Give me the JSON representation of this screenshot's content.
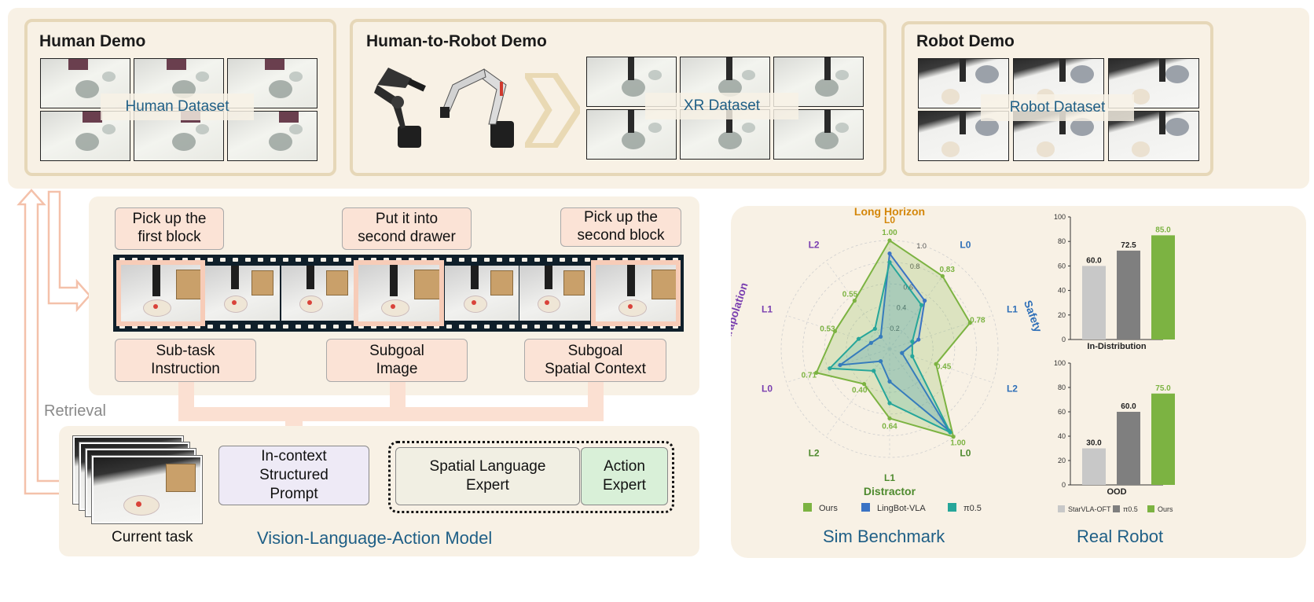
{
  "top": {
    "human_demo": {
      "title": "Human Demo",
      "dataset_label": "Human Dataset"
    },
    "h2r_demo": {
      "title": "Human-to-Robot Demo",
      "dataset_label": "XR Dataset"
    },
    "robot_demo": {
      "title": "Robot Demo",
      "dataset_label": "Robot Dataset"
    }
  },
  "retrieval": {
    "subtask_prompts": [
      {
        "label": "Pick up the\nfirst block"
      },
      {
        "label": "Put it into\nsecond drawer"
      },
      {
        "label": "Pick up the\nsecond block"
      }
    ],
    "context_labels": [
      {
        "label": "Sub-task\nInstruction"
      },
      {
        "label": "Subgoal\nImage"
      },
      {
        "label": "Subgoal\nSpatial Context"
      }
    ],
    "retrieval_label": "Retrieval"
  },
  "model": {
    "current_task": "Current task",
    "prompt_box": "In-context\nStructured\nPrompt",
    "spatial_expert": "Spatial Language\nExpert",
    "action_expert": "Action\nExpert",
    "caption": "Vision-Language-Action Model"
  },
  "sim_benchmark": {
    "caption": "Sim Benchmark",
    "axes": {
      "long_horizon": "Long Horizon",
      "safety": "Safety",
      "distractor": "Distractor",
      "extrapolation": "Extrapolation"
    },
    "level_labels": [
      "L0",
      "L1",
      "L2"
    ],
    "ring_labels": [
      "0.2",
      "0.4",
      "0.6",
      "0.8",
      "1.0"
    ],
    "colors": {
      "ours": "#7cb342",
      "lingbot": "#3a73c4",
      "pi05": "#26a69a",
      "long_horizon": "#d4870b",
      "safety": "#2e6fb8",
      "distractor": "#4e8a2e",
      "extrapolation": "#7a3fb0"
    },
    "legend": [
      {
        "name": "Ours",
        "color": "#7cb342"
      },
      {
        "name": "LingBot-VLA",
        "color": "#3a73c4"
      },
      {
        "name": "π0.5",
        "color": "#26a69a"
      }
    ],
    "chart_data": {
      "type": "radar",
      "spokes": [
        "Long Horizon L0",
        "Safety L0",
        "Safety L1",
        "Safety L2",
        "Distractor L0",
        "Distractor L1",
        "Distractor L2",
        "Extrapolation L0",
        "Extrapolation L1",
        "Extrapolation L2"
      ],
      "rlim": [
        0,
        1.0
      ],
      "series": [
        {
          "name": "Ours",
          "values": [
            1.0,
            0.83,
            0.78,
            0.45,
            1.0,
            0.64,
            0.4,
            0.71,
            0.53,
            0.55
          ],
          "labels": [
            "1.00",
            "0.83",
            "0.78",
            "0.45",
            "1.00",
            "0.64",
            "0.40",
            "0.71",
            "0.53",
            "0.55"
          ]
        },
        {
          "name": "LingBot-VLA",
          "values": [
            0.88,
            0.55,
            0.28,
            0.12,
            0.93,
            0.3,
            0.14,
            0.48,
            0.18,
            0.14
          ]
        },
        {
          "name": "π0.5",
          "values": [
            0.8,
            0.5,
            0.22,
            0.22,
            0.95,
            0.5,
            0.25,
            0.58,
            0.3,
            0.23
          ]
        }
      ]
    }
  },
  "real_robot": {
    "caption": "Real Robot",
    "legend": [
      {
        "name": "StarVLA-OFT",
        "color": "#c8c8c8"
      },
      {
        "name": "π0.5",
        "color": "#7f7f7f"
      },
      {
        "name": "Ours",
        "color": "#7cb342"
      }
    ],
    "chart_data": [
      {
        "type": "bar",
        "title": "In-Distribution",
        "categories": [
          "StarVLA-OFT",
          "π0.5",
          "Ours"
        ],
        "values": [
          60.0,
          72.5,
          85.0
        ],
        "value_labels": [
          "60.0",
          "72.5",
          "85.0"
        ],
        "ylim": [
          0,
          100
        ],
        "yticks": [
          "0",
          "20",
          "40",
          "60",
          "80",
          "100"
        ]
      },
      {
        "type": "bar",
        "title": "OOD",
        "categories": [
          "StarVLA-OFT",
          "π0.5",
          "Ours"
        ],
        "values": [
          30.0,
          60.0,
          75.0
        ],
        "value_labels": [
          "30.0",
          "60.0",
          "75.0"
        ],
        "ylim": [
          0,
          100
        ],
        "yticks": [
          "0",
          "20",
          "40",
          "60",
          "80",
          "100"
        ]
      }
    ]
  }
}
